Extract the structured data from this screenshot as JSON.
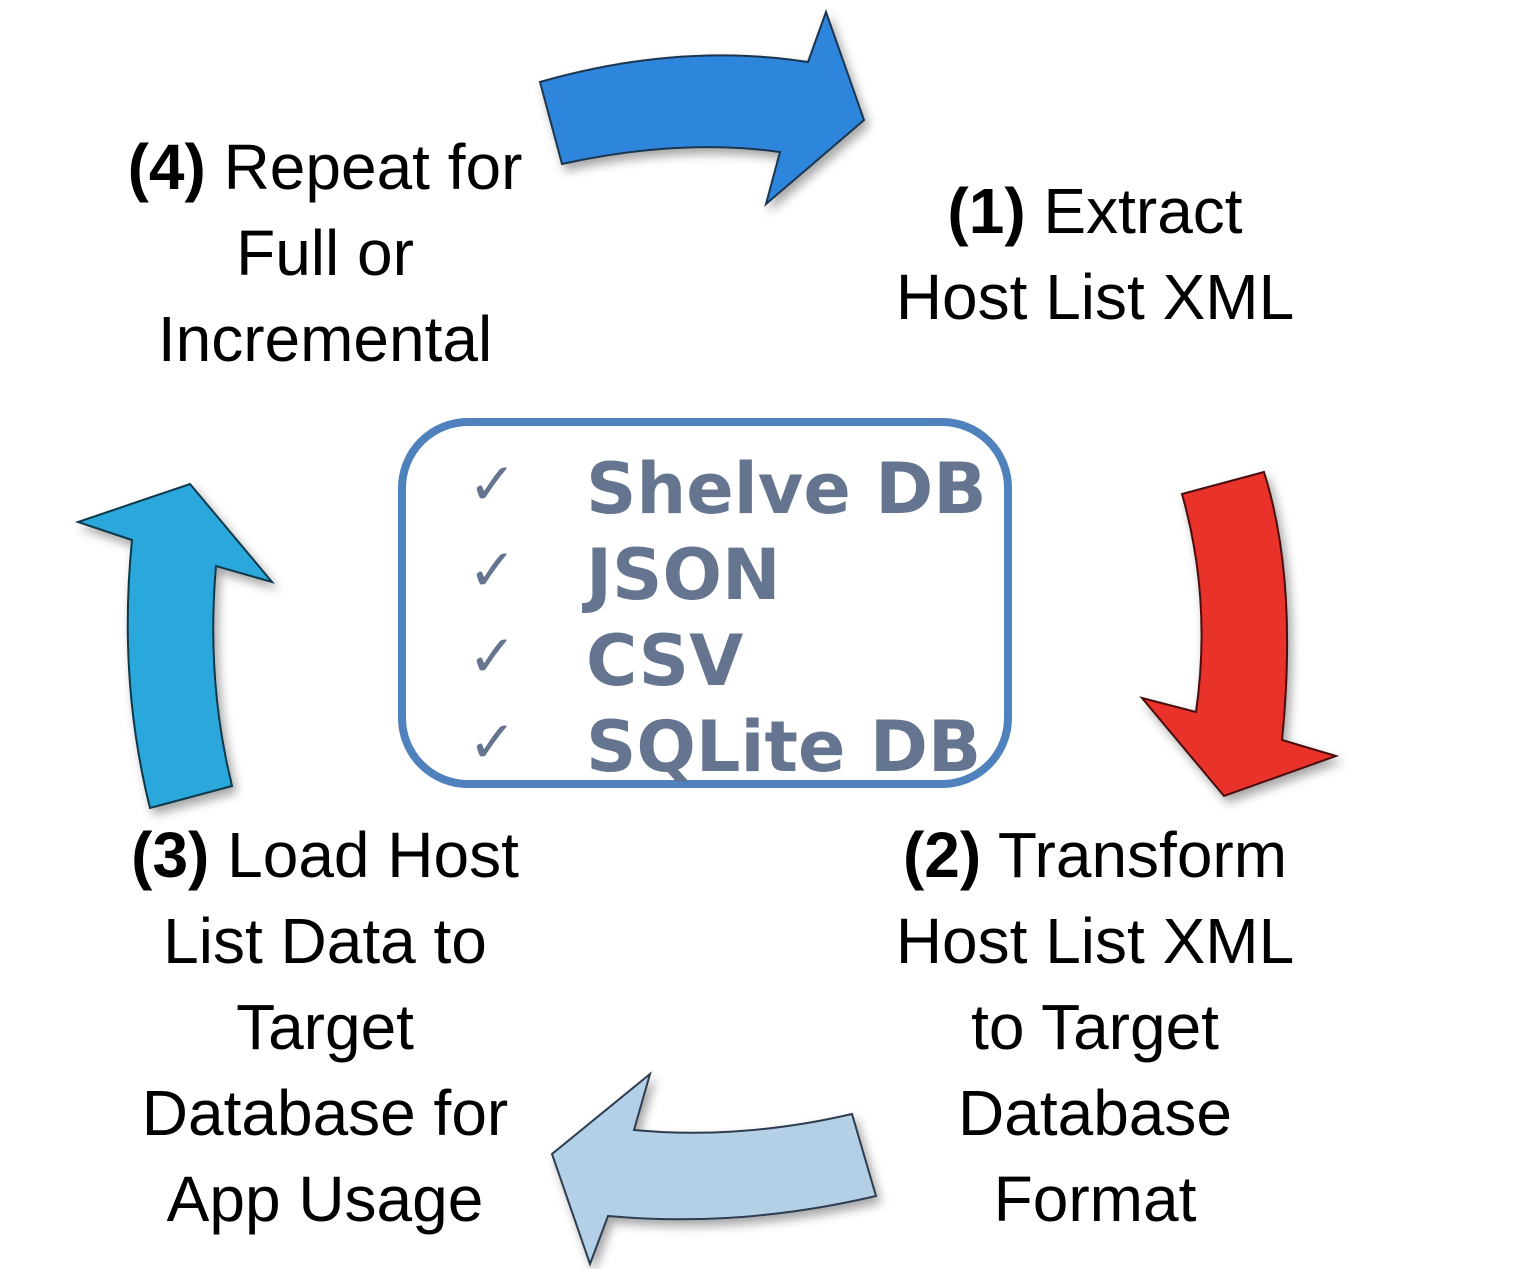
{
  "diagram": {
    "type": "cycle",
    "steps": [
      {
        "id": "step1",
        "number": "(1)",
        "lines": [
          "Extract",
          "Host List XML"
        ]
      },
      {
        "id": "step2",
        "number": "(2)",
        "lines": [
          "Transform",
          "Host List XML",
          "to Target",
          "Database",
          "Format"
        ]
      },
      {
        "id": "step3",
        "number": "(3)",
        "lines": [
          "Load Host",
          "List Data to",
          "Target",
          "Database for",
          "App Usage"
        ]
      },
      {
        "id": "step4",
        "number": "(4)",
        "lines": [
          "Repeat for",
          "Full or",
          "Incremental"
        ]
      }
    ],
    "arrows": [
      {
        "from": "step4",
        "to": "step1",
        "direction": "right",
        "color": "#2e86dc"
      },
      {
        "from": "step1",
        "to": "step2",
        "direction": "down",
        "color": "#e8302a"
      },
      {
        "from": "step2",
        "to": "step3",
        "direction": "left",
        "color": "#b4d0e6"
      },
      {
        "from": "step3",
        "to": "step4",
        "direction": "up",
        "color": "#2aa8dc"
      }
    ],
    "formats": {
      "check_glyph": "✓",
      "items": [
        "Shelve DB",
        "JSON",
        "CSV",
        "SQLite DB"
      ],
      "border_color": "#4f81bd",
      "text_color": "#65758f"
    }
  }
}
